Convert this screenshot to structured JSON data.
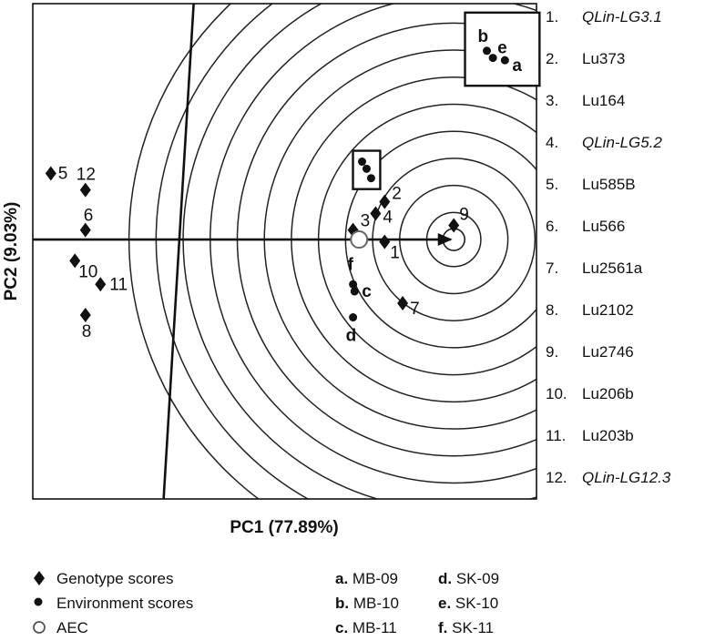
{
  "chart_data": {
    "type": "scatter",
    "title": "",
    "xlabel": "PC1 (77.89%)",
    "ylabel": "PC2 (9.03%)",
    "xlim": [
      -1.8,
      1.55
    ],
    "ylim": [
      -1.1,
      1.0
    ],
    "grid": false,
    "aec_center": [
      1.0,
      0.0
    ],
    "aec_ring_step": 0.18,
    "aec_ring_count": 12,
    "genotypes": [
      {
        "label": "1",
        "x": 0.54,
        "y": -0.01
      },
      {
        "label": "2",
        "x": 0.54,
        "y": 0.16
      },
      {
        "label": "3",
        "x": 0.33,
        "y": 0.04
      },
      {
        "label": "4",
        "x": 0.48,
        "y": 0.11
      },
      {
        "label": "5",
        "x": -1.68,
        "y": 0.28
      },
      {
        "label": "6",
        "x": -1.45,
        "y": 0.04
      },
      {
        "label": "7",
        "x": 0.66,
        "y": -0.27
      },
      {
        "label": "8",
        "x": -1.45,
        "y": -0.32
      },
      {
        "label": "9",
        "x": 1.0,
        "y": 0.06
      },
      {
        "label": "10",
        "x": -1.52,
        "y": -0.09
      },
      {
        "label": "11",
        "x": -1.35,
        "y": -0.19
      },
      {
        "label": "12",
        "x": -1.45,
        "y": 0.21
      }
    ],
    "environments": [
      {
        "label": "a",
        "x": 1.34,
        "y": 0.76
      },
      {
        "label": "b",
        "x": 1.22,
        "y": 0.8
      },
      {
        "label": "c",
        "x": 0.34,
        "y": -0.22
      },
      {
        "label": "d",
        "x": 0.33,
        "y": -0.33
      },
      {
        "label": "e",
        "x": 1.26,
        "y": 0.77
      },
      {
        "label": "f",
        "x": 0.33,
        "y": -0.19
      }
    ],
    "environment_clusters": [
      {
        "members": [
          "a",
          "b",
          "e"
        ]
      },
      {
        "members": [
          "2-dots",
          "3-dots"
        ]
      }
    ],
    "cluster_points": [
      {
        "x": 0.39,
        "y": 0.33
      },
      {
        "x": 0.42,
        "y": 0.3
      },
      {
        "x": 0.45,
        "y": 0.26
      }
    ],
    "aec": {
      "x": 0.37,
      "y": -0.0
    },
    "abscissa_line": [
      [
        -1.8,
        0.0
      ],
      [
        1.1,
        0.0
      ]
    ],
    "ordinate_line": [
      [
        -0.73,
        1.0
      ],
      [
        -0.93,
        -1.1
      ]
    ]
  },
  "genotype_key": [
    {
      "num": "1.",
      "name": "QLin-LG3.1",
      "italic": true
    },
    {
      "num": "2.",
      "name": "Lu373",
      "italic": false
    },
    {
      "num": "3.",
      "name": "Lu164",
      "italic": false
    },
    {
      "num": "4.",
      "name": "QLin-LG5.2",
      "italic": true
    },
    {
      "num": "5.",
      "name": "Lu585B",
      "italic": false
    },
    {
      "num": "6.",
      "name": "Lu566",
      "italic": false
    },
    {
      "num": "7.",
      "name": "Lu2561a",
      "italic": false
    },
    {
      "num": "8.",
      "name": "Lu2102",
      "italic": false
    },
    {
      "num": "9.",
      "name": "Lu2746",
      "italic": false
    },
    {
      "num": "10.",
      "name": "Lu206b",
      "italic": false
    },
    {
      "num": "11.",
      "name": "Lu203b",
      "italic": false
    },
    {
      "num": "12.",
      "name": "QLin-LG12.3",
      "italic": true
    }
  ],
  "legend": {
    "genotype": "Genotype scores",
    "environment": "Environment scores",
    "aec": "AEC"
  },
  "environment_key": [
    {
      "code": "a.",
      "name": "MB-09"
    },
    {
      "code": "b.",
      "name": "MB-10"
    },
    {
      "code": "c.",
      "name": "MB-11"
    },
    {
      "code": "d.",
      "name": "SK-09"
    },
    {
      "code": "e.",
      "name": "SK-10"
    },
    {
      "code": "f.",
      "name": "SK-11"
    }
  ],
  "colors": {
    "ink": "#111111",
    "background": "#ffffff"
  }
}
